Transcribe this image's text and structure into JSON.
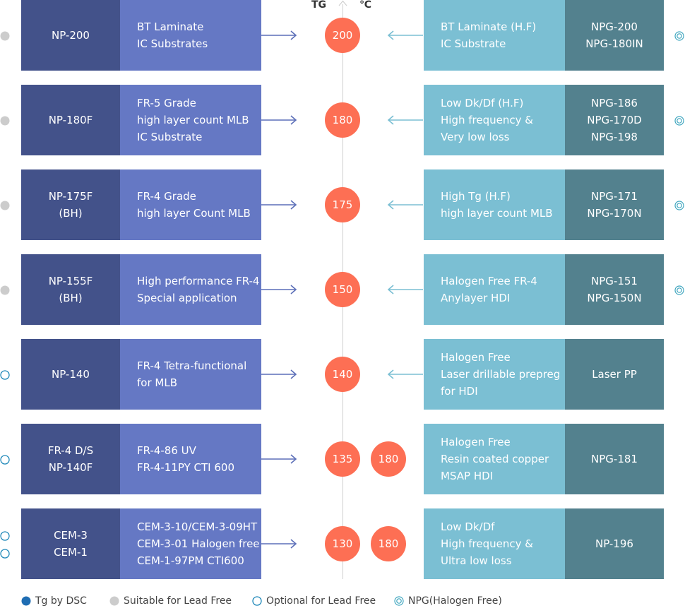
{
  "axis": {
    "left_label": "TG",
    "right_label": "℃"
  },
  "colors": {
    "left_code": "#43528a",
    "left_desc": "#6578c4",
    "right_desc": "#7bbfd3",
    "right_code": "#53818e",
    "circle": "#fd6f54",
    "arrow_left": "#5c6fb8",
    "arrow_right": "#7bbfd3",
    "tg_by_dsc": "#1f6db3",
    "lead_free": "#cccccc",
    "optional_lead_free": "#1f88b9",
    "npg": "#3fa6bf"
  },
  "rows": [
    {
      "code": [
        "NP-200"
      ],
      "desc": [
        "BT Laminate",
        "IC Substrates"
      ],
      "tg": [
        "200"
      ],
      "rdesc": [
        "BT Laminate (H.F)",
        "IC Substrate"
      ],
      "rcode": [
        "NPG-200",
        "NPG-180IN"
      ],
      "left_marks": [
        "suitable-lead-free"
      ],
      "right_mark": "npg-halogen-free"
    },
    {
      "code": [
        "NP-180F"
      ],
      "desc": [
        "FR-5 Grade",
        "high layer count MLB",
        "IC Substrate"
      ],
      "tg": [
        "180"
      ],
      "rdesc": [
        "Low Dk/Df (H.F)",
        "High frequency &",
        "Very low loss"
      ],
      "rcode": [
        "NPG-186",
        "NPG-170D",
        "NPG-198"
      ],
      "left_marks": [
        "suitable-lead-free"
      ],
      "right_mark": "npg-halogen-free"
    },
    {
      "code": [
        "NP-175F",
        "(BH)"
      ],
      "desc": [
        "FR-4 Grade",
        "high layer Count MLB"
      ],
      "tg": [
        "175"
      ],
      "rdesc": [
        "High Tg (H.F)",
        "high layer count MLB"
      ],
      "rcode": [
        "NPG-171",
        "NPG-170N"
      ],
      "left_marks": [
        "suitable-lead-free"
      ],
      "right_mark": "npg-halogen-free"
    },
    {
      "code": [
        "NP-155F",
        "(BH)"
      ],
      "desc": [
        "High performance FR-4",
        "Special application"
      ],
      "tg": [
        "150"
      ],
      "rdesc": [
        "Halogen Free FR-4",
        "Anylayer HDI"
      ],
      "rcode": [
        "NPG-151",
        "NPG-150N"
      ],
      "left_marks": [
        "suitable-lead-free"
      ],
      "right_mark": "npg-halogen-free"
    },
    {
      "code": [
        "NP-140"
      ],
      "desc": [
        "FR-4 Tetra-functional",
        "for MLB"
      ],
      "tg": [
        "140"
      ],
      "rdesc": [
        "Halogen Free",
        "Laser drillable prepreg",
        "for HDI"
      ],
      "rcode": [
        "Laser PP"
      ],
      "left_marks": [
        "optional-lead-free"
      ],
      "right_mark": ""
    },
    {
      "code": [
        "FR-4 D/S",
        "NP-140F"
      ],
      "desc": [
        "FR-4-86 UV",
        "FR-4-11PY CTI 600"
      ],
      "tg": [
        "135",
        "180"
      ],
      "rdesc": [
        "Halogen Free",
        "Resin coated copper",
        "MSAP HDI"
      ],
      "rcode": [
        "NPG-181"
      ],
      "left_marks": [
        "optional-lead-free"
      ],
      "right_mark": ""
    },
    {
      "code": [
        "CEM-3",
        "CEM-1"
      ],
      "desc": [
        "CEM-3-10/CEM-3-09HT",
        "CEM-3-01 Halogen free",
        "CEM-1-97PM CTI600"
      ],
      "tg": [
        "130",
        "180"
      ],
      "rdesc": [
        "Low Dk/Df",
        "High frequency &",
        "Ultra low loss"
      ],
      "rcode": [
        "NP-196"
      ],
      "left_marks": [
        "optional-lead-free",
        "optional-lead-free"
      ],
      "right_mark": ""
    }
  ],
  "legend": [
    {
      "label": "Tg by DSC",
      "icon": "tg-by-dsc"
    },
    {
      "label": "Suitable for Lead Free",
      "icon": "suitable-lead-free"
    },
    {
      "label": "Optional for Lead Free",
      "icon": "optional-lead-free"
    },
    {
      "label": "NPG(Halogen Free)",
      "icon": "npg-halogen-free"
    }
  ]
}
